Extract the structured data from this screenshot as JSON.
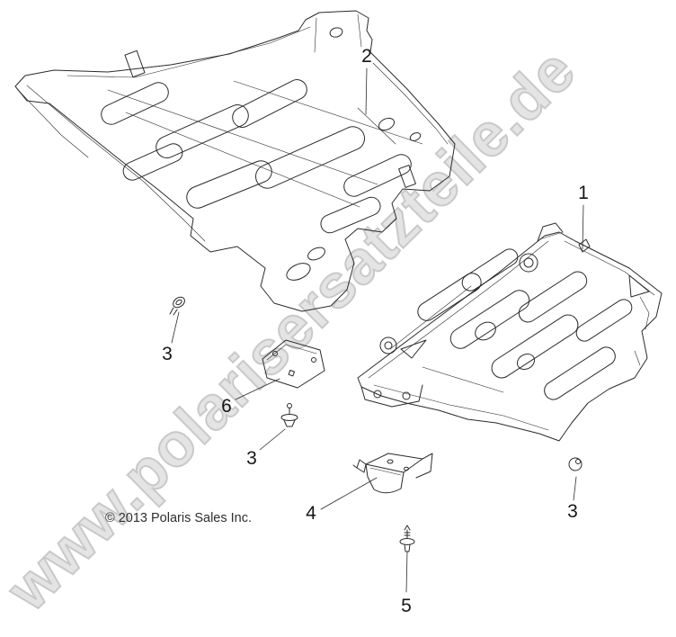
{
  "watermark": {
    "text": "www.polarisersatzteile.de"
  },
  "copyright": {
    "text": "© 2013 Polaris Sales Inc."
  },
  "callouts": [
    {
      "label": "2"
    },
    {
      "label": "1"
    },
    {
      "label": "3"
    },
    {
      "label": "6"
    },
    {
      "label": "3"
    },
    {
      "label": "4"
    },
    {
      "label": "3"
    },
    {
      "label": "5"
    }
  ],
  "colors": {
    "line": "#2b2b2b",
    "watermark_fill": "#e4e4e4",
    "watermark_outline": "#c9c9c9",
    "label_text": "#161616",
    "copyright_text": "#2f2f2f"
  }
}
